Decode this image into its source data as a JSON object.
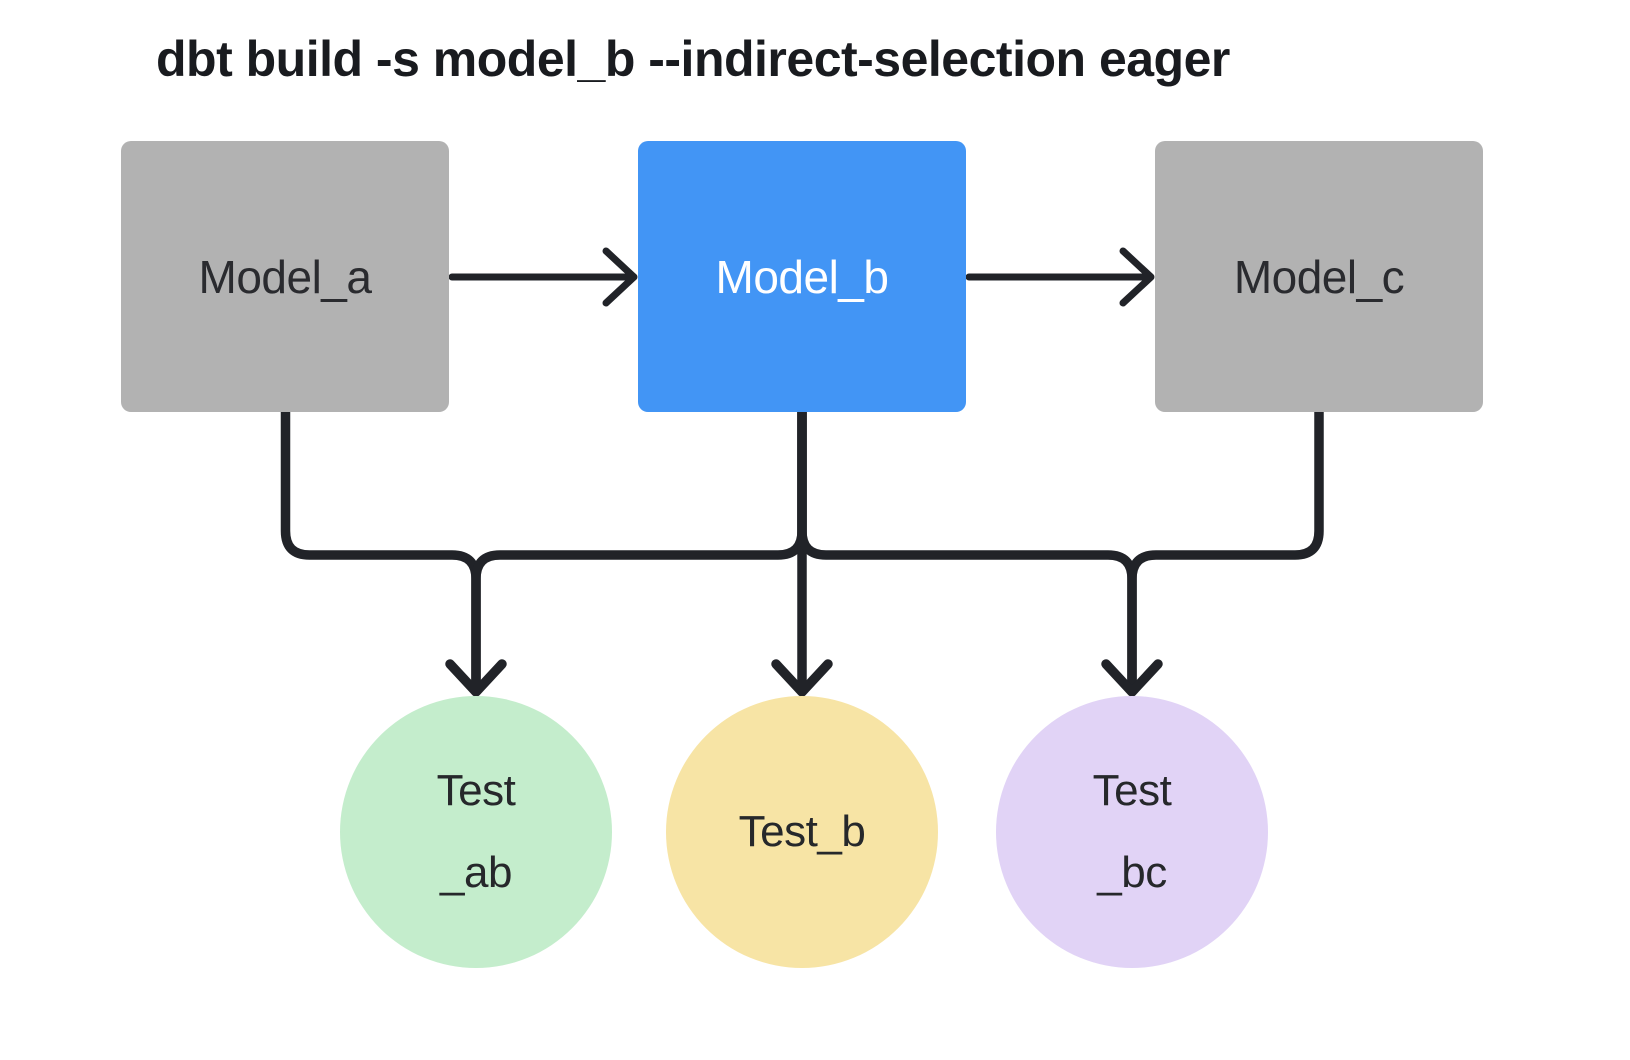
{
  "title": "dbt build -s model_b --indirect-selection eager",
  "colors": {
    "background": "#FFFFFF",
    "edge": "#212328"
  },
  "diagram": {
    "models": [
      {
        "id": "model_a",
        "label": "Model_a",
        "fill": "#B2B2B2",
        "text_color": "#2A2B2F",
        "selected": false
      },
      {
        "id": "model_b",
        "label": "Model_b",
        "fill": "#4295F5",
        "text_color": "#FFFFFF",
        "selected": true
      },
      {
        "id": "model_c",
        "label": "Model_c",
        "fill": "#B2B2B2",
        "text_color": "#2A2B2F",
        "selected": false
      }
    ],
    "tests": [
      {
        "id": "test_ab",
        "label": "Test\n_ab",
        "fill": "#C4EDCC",
        "text_color": "#26282B"
      },
      {
        "id": "test_b",
        "label": "Test_b",
        "fill": "#F7E4A5",
        "text_color": "#26282B"
      },
      {
        "id": "test_bc",
        "label": "Test\n_bc",
        "fill": "#E1D3F6",
        "text_color": "#26282B"
      }
    ],
    "edges": [
      {
        "from": "model_a",
        "to": "model_b"
      },
      {
        "from": "model_b",
        "to": "model_c"
      },
      {
        "from": "model_a",
        "to": "test_ab"
      },
      {
        "from": "model_b",
        "to": "test_ab"
      },
      {
        "from": "model_b",
        "to": "test_b"
      },
      {
        "from": "model_b",
        "to": "test_bc"
      },
      {
        "from": "model_c",
        "to": "test_bc"
      }
    ]
  }
}
